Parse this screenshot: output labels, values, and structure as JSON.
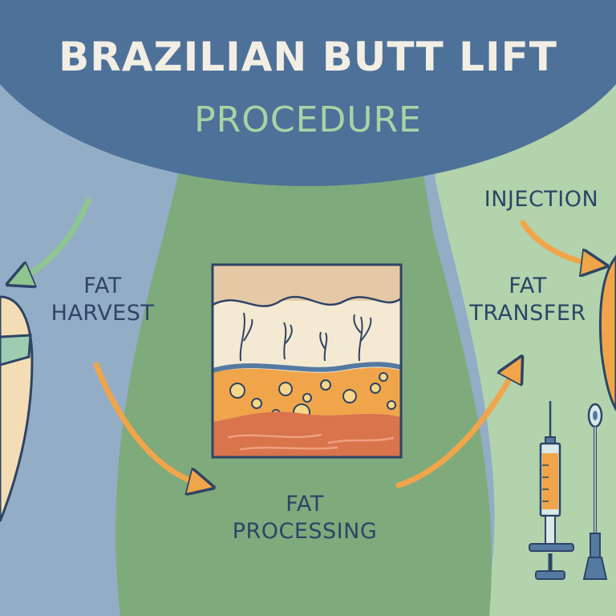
{
  "title": "BRAZILIAN BUTT LIFT",
  "subtitle": "PROCEDURE",
  "steps": [
    {
      "line1": "FAT",
      "line2": "HARVEST"
    },
    {
      "line1": "FAT",
      "line2": "PROCESSING"
    },
    {
      "line1": "FAT",
      "line2": "TRANSFER"
    }
  ],
  "injection_label": "INJECTION",
  "colors": {
    "header": "#4e7199",
    "left_panel": "#93adc7",
    "center_panel": "#7faa7c",
    "right_panel": "#b2d3ac",
    "arrow_orange": "#f1a54a",
    "arrow_green": "#8ec690",
    "title_text": "#f2eee4",
    "subtitle_text": "#a9d3a5",
    "label_text": "#2e4466"
  }
}
